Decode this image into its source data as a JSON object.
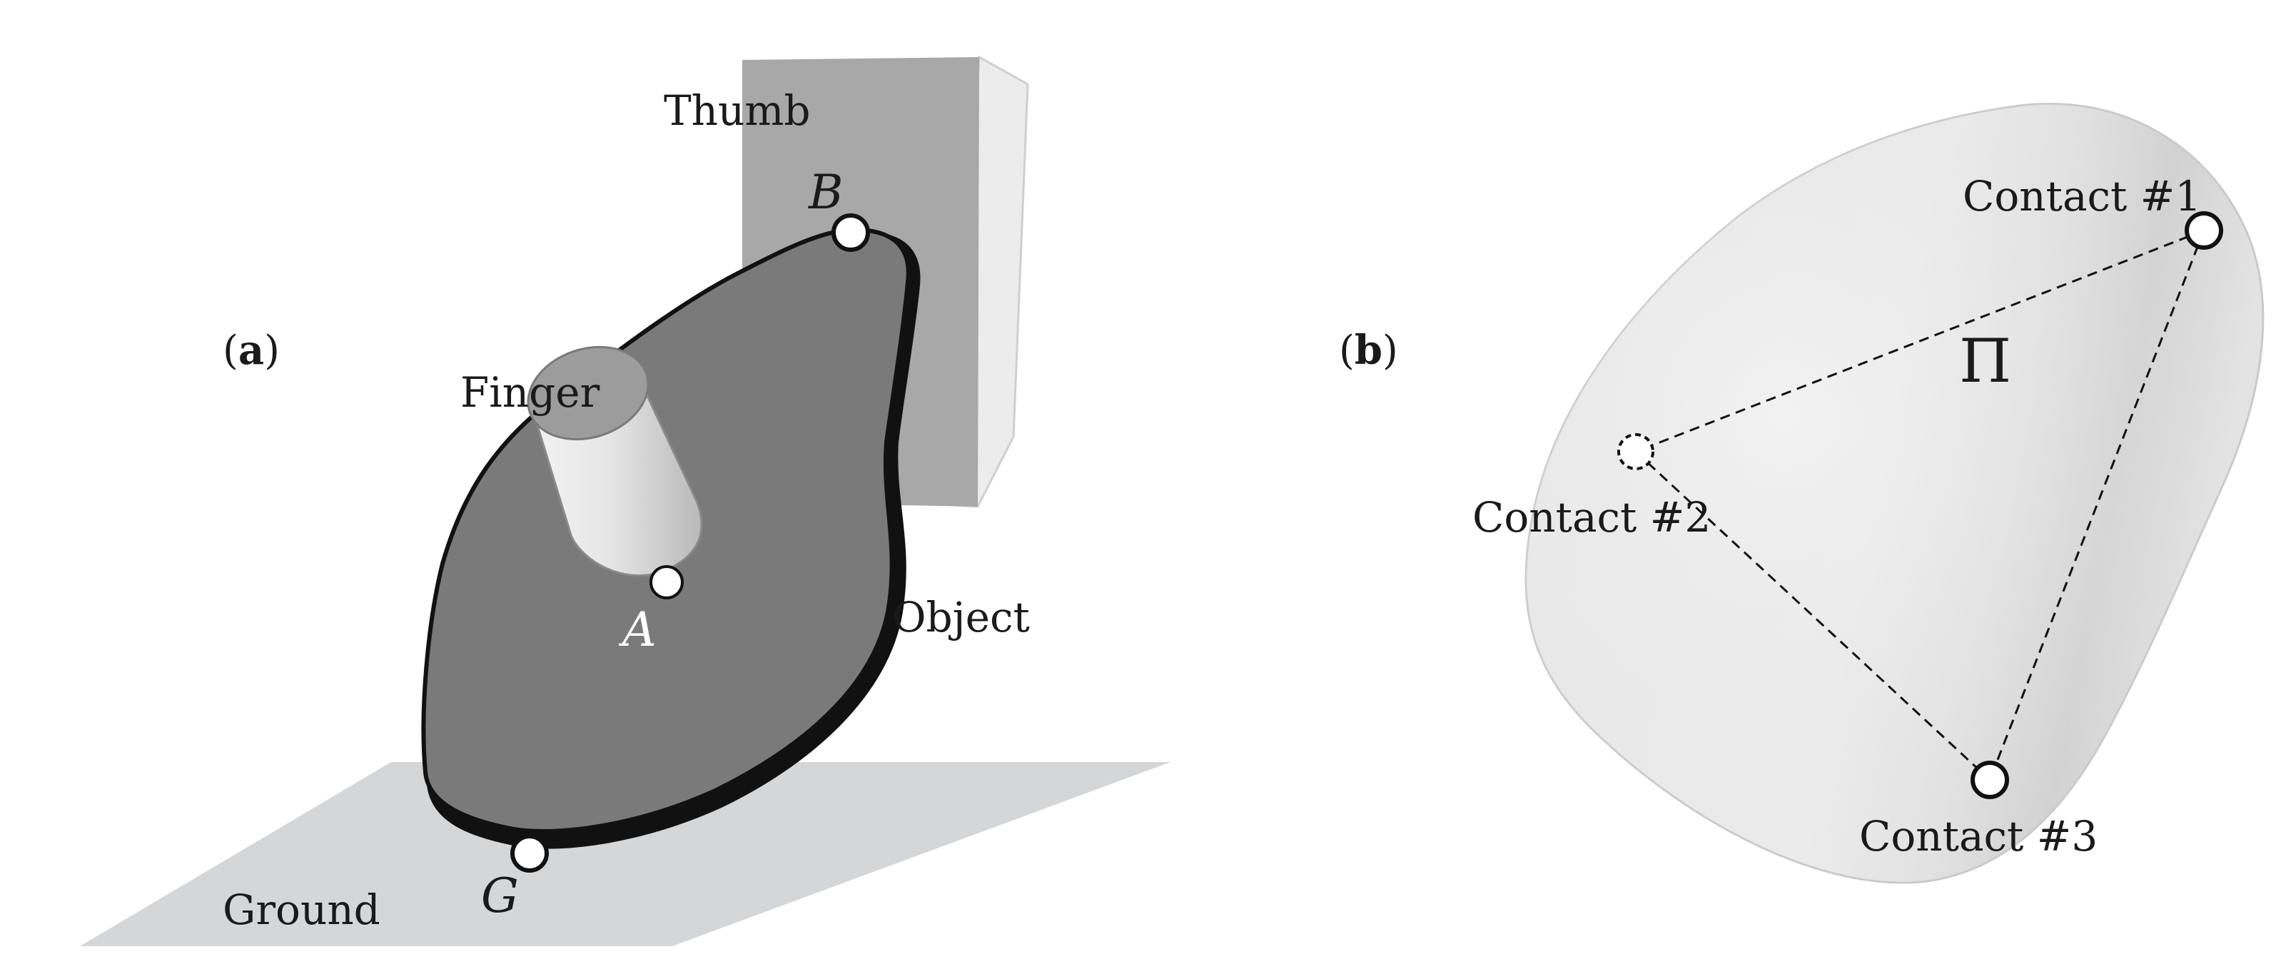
{
  "panel_a": {
    "label_open": "(",
    "label_letter": "a",
    "label_close": ")",
    "thumb": "Thumb",
    "finger": "Finger",
    "object": "Object",
    "ground": "Ground",
    "point_a": "A",
    "point_b": "B",
    "point_g": "G"
  },
  "panel_b": {
    "label_open": "(",
    "label_letter": "b",
    "label_close": ")",
    "contact_1": "Contact #1",
    "contact_2": "Contact #2",
    "contact_3": "Contact #3",
    "plane_symbol": "Π"
  },
  "colors": {
    "object_fill": "#7a7a7a",
    "thumb_front": "#a8a8a8",
    "thumb_side": "#ececec",
    "ground_fill": "#d5d6d8",
    "blob_fill": "#eeeeee"
  }
}
